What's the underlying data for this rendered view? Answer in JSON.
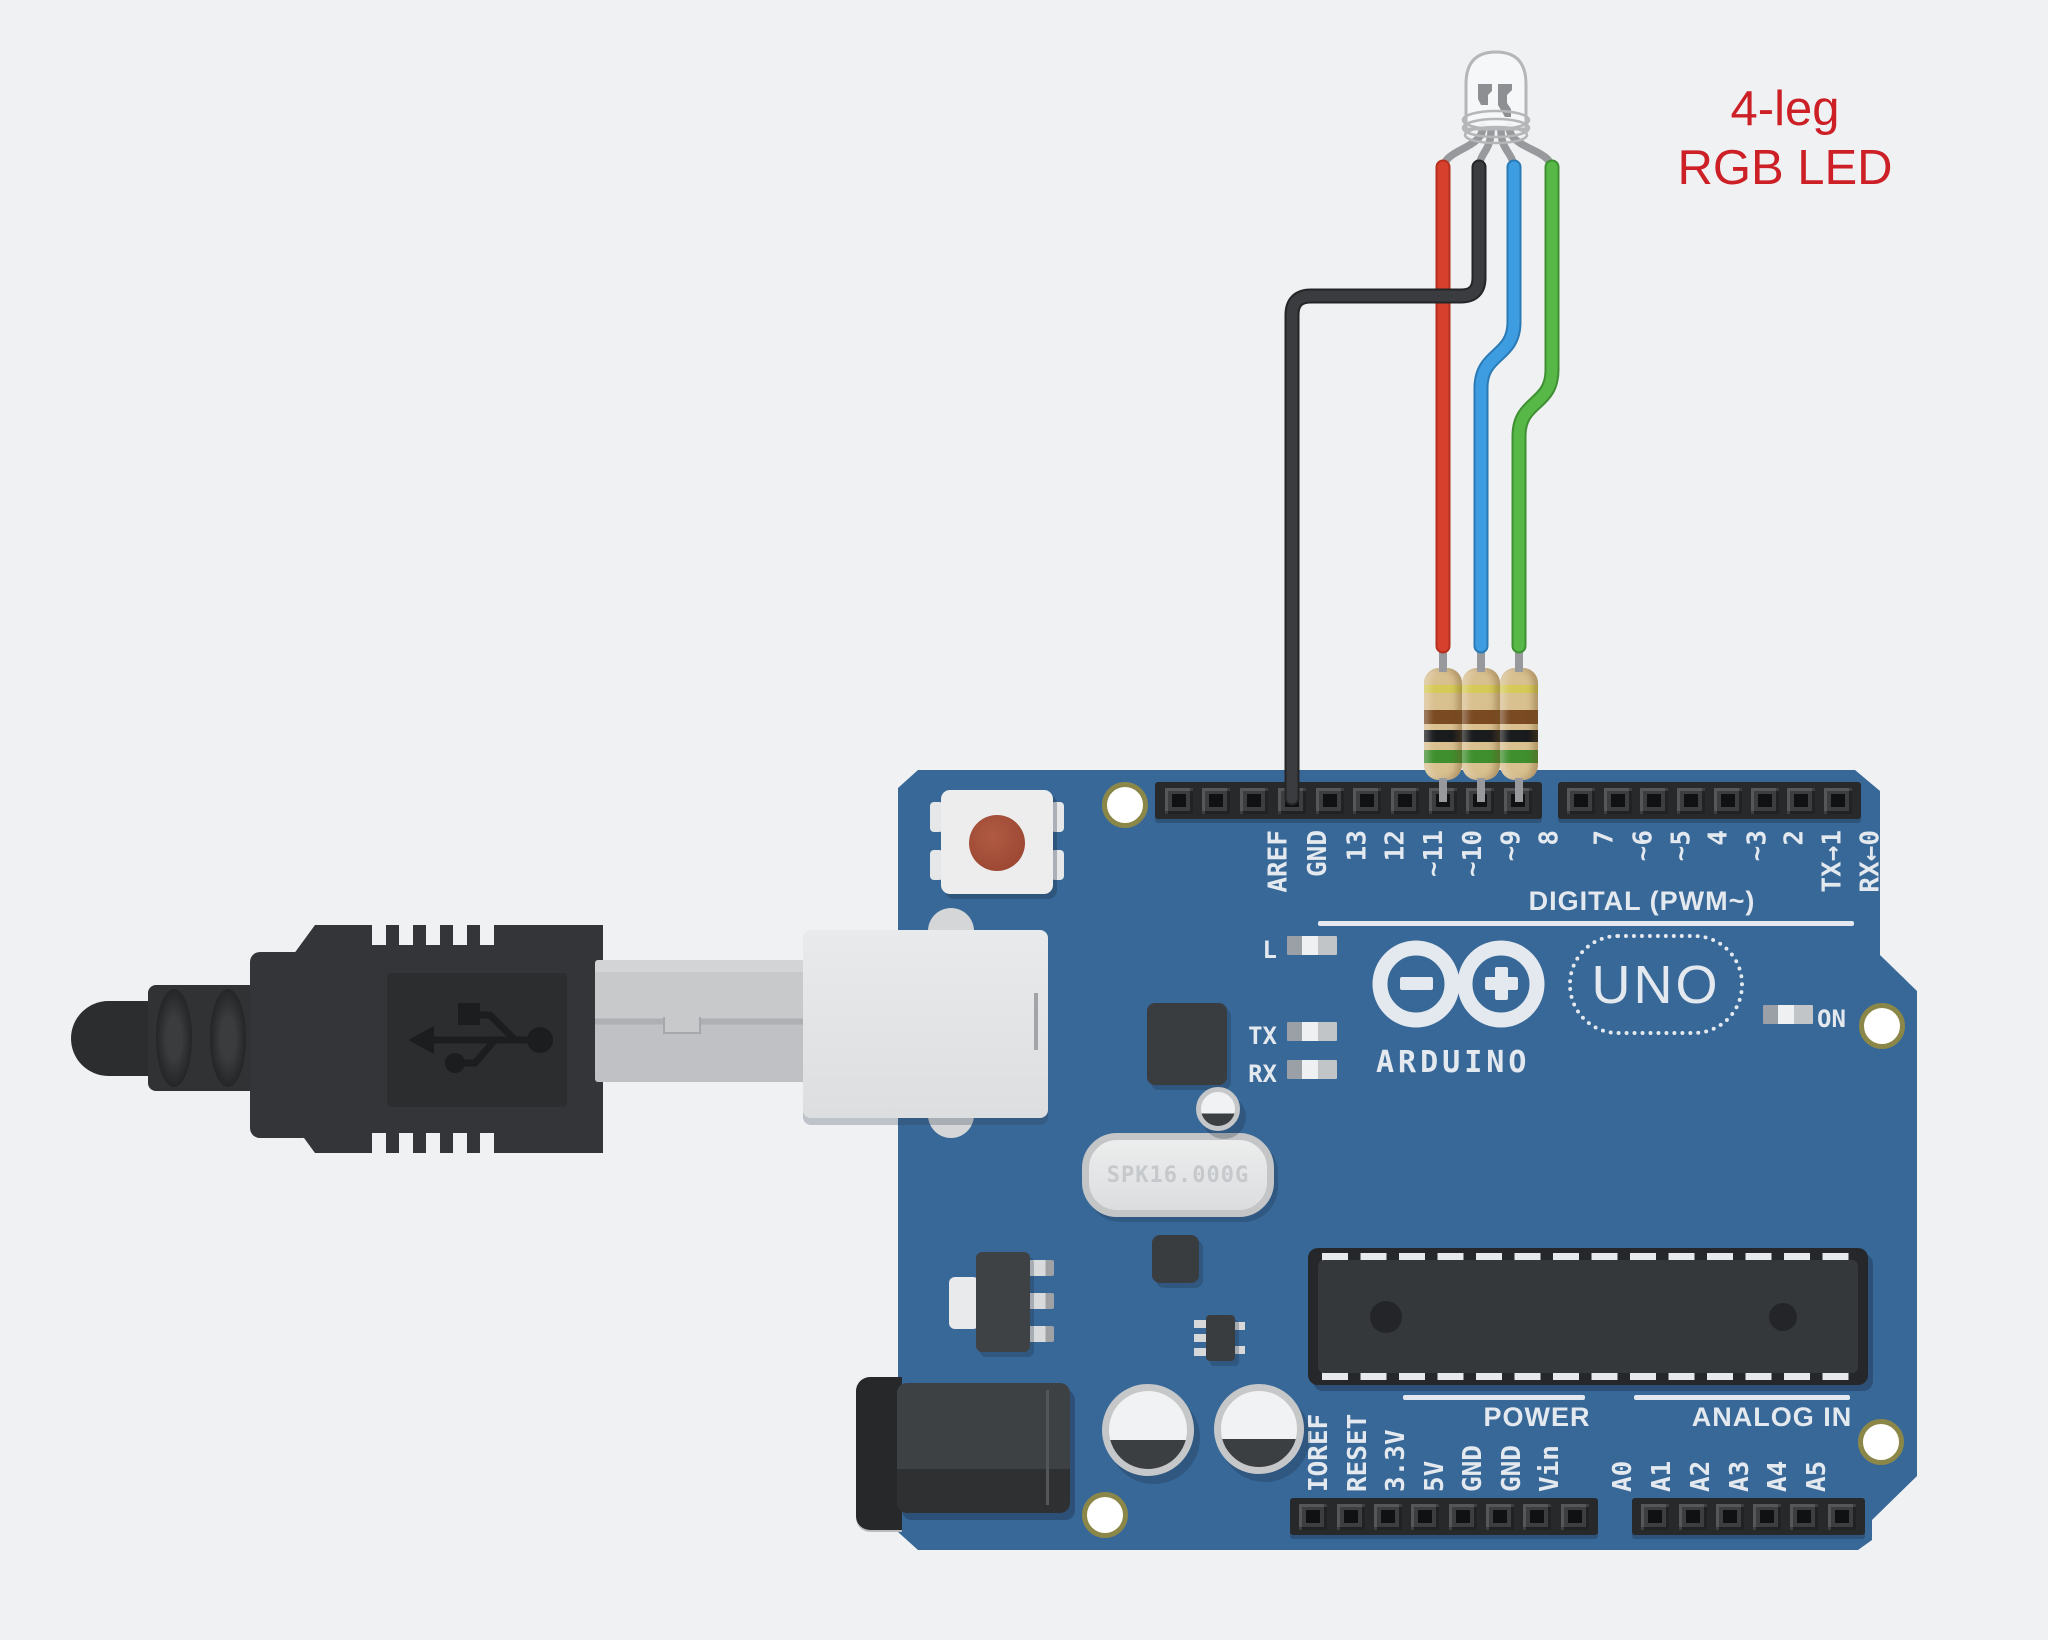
{
  "annotation": {
    "line1": "4-leg",
    "line2": "RGB LED"
  },
  "board": {
    "digital_section_label": "DIGITAL (PWM~)",
    "top_left_pin_labels": [
      "AREF",
      "GND",
      "13",
      "12",
      "~11",
      "~10",
      "~9",
      "8"
    ],
    "top_right_pin_labels": [
      "7",
      "~6",
      "~5",
      "4",
      "~3",
      "2",
      "TX→1",
      "RX←0"
    ],
    "power_section_label": "POWER",
    "power_pin_labels": [
      "IOREF",
      "RESET",
      "3.3V",
      "5V",
      "GND",
      "GND",
      "Vin"
    ],
    "analog_section_label": "ANALOG IN",
    "analog_pin_labels": [
      "A0",
      "A1",
      "A2",
      "A3",
      "A4",
      "A5"
    ],
    "brand": "ARDUINO",
    "model": "UNO",
    "status_leds": {
      "l": "L",
      "tx": "TX",
      "rx": "RX",
      "on": "ON"
    },
    "crystal_label": "SPK16.000G"
  },
  "colors": {
    "background": "#f0f1f3",
    "board": "#386898",
    "silkscreen": "#e3e9ee",
    "annotation": "#cc2026",
    "wire-red": "#d8402e",
    "wire-black": "#3a3c3f",
    "wire-blue": "#3e9de0",
    "wire-green": "#57b747",
    "lead-gray": "#97999c",
    "resistor-body": "#d9c08f",
    "hole-ring": "#8b8748"
  }
}
